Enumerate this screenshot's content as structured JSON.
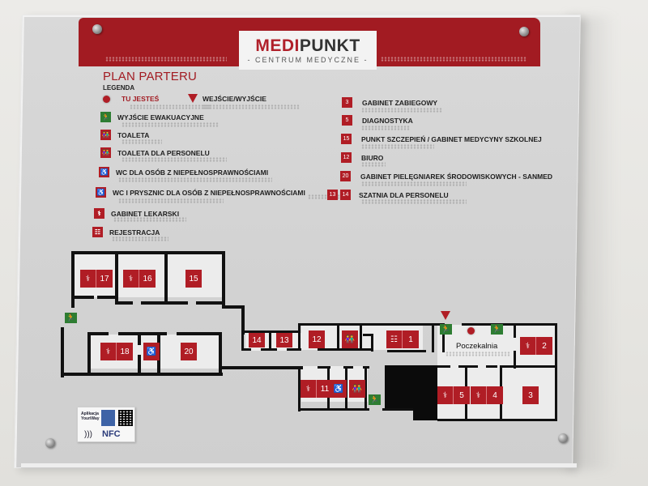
{
  "sign": {
    "logo": {
      "brand_part1": "MEDI",
      "brand_part2": "PUNKT",
      "subtitle": "- CENTRUM MEDYCZNE -"
    },
    "plan_title": "PLAN PARTERU",
    "legend_title": "LEGENDA",
    "colors": {
      "brand_red": "#a21b22",
      "icon_red": "#b01d25",
      "exit_green": "#2e7d32",
      "wall_black": "#111111"
    }
  },
  "legend_left": [
    {
      "icon": "you-are-here-dot",
      "label": "TU JESTEŚ"
    },
    {
      "icon": "exit-evacuation-icon",
      "label": "WYJŚCIE EWAKUACYJNE"
    },
    {
      "icon": "toilet-icon",
      "label": "TOALETA"
    },
    {
      "icon": "staff-toilet-icon",
      "label": "TOALETA DLA PERSONELU"
    },
    {
      "icon": "accessible-wc-icon",
      "label": "WC DLA OSÓB Z NIEPEŁNOSPRAWNOŚCIAMI"
    },
    {
      "icon": "accessible-shower-icon",
      "label": "WC I PRYSZNIC DLA OSÓB Z NIEPEŁNOSPRAWNOŚCIAMI"
    },
    {
      "icon": "doctor-office-icon",
      "label": "GABINET LEKARSKI"
    },
    {
      "icon": "reception-icon",
      "label": "REJESTRACJA"
    }
  ],
  "legend_entrance": {
    "icon": "entrance-triangle-icon",
    "label": "WEJŚCIE/WYJŚCIE"
  },
  "legend_right": [
    {
      "numbers": [
        "3"
      ],
      "label": "GABINET ZABIEGOWY"
    },
    {
      "numbers": [
        "5"
      ],
      "label": "DIAGNOSTYKA"
    },
    {
      "numbers": [
        "15"
      ],
      "label": "PUNKT SZCZEPIEŃ / GABINET MEDYCYNY SZKOLNEJ"
    },
    {
      "numbers": [
        "12"
      ],
      "label": "BIURO"
    },
    {
      "numbers": [
        "20"
      ],
      "label": "GABINET PIELĘGNIAREK ŚRODOWISKOWYCH - SANMED"
    },
    {
      "numbers": [
        "13",
        "14"
      ],
      "label": "SZATNIA DLA PERSONELU"
    }
  ],
  "floor_plan": {
    "waiting_room_label": "Poczekalnia",
    "rooms": [
      {
        "number": "17",
        "icon": "doctor-office-icon"
      },
      {
        "number": "16",
        "icon": "doctor-office-icon"
      },
      {
        "number": "15",
        "icon": ""
      },
      {
        "number": "18",
        "icon": "doctor-office-icon"
      },
      {
        "number": "",
        "icon": "accessible-shower-icon"
      },
      {
        "number": "20",
        "icon": ""
      },
      {
        "number": "14",
        "icon": ""
      },
      {
        "number": "13",
        "icon": ""
      },
      {
        "number": "12",
        "icon": ""
      },
      {
        "number": "",
        "icon": "staff-toilet-icon"
      },
      {
        "number": "1",
        "icon": "reception-icon"
      },
      {
        "number": "11",
        "icon": "doctor-office-icon"
      },
      {
        "number": "",
        "icon": "accessible-wc-icon"
      },
      {
        "number": "",
        "icon": "toilet-icon"
      },
      {
        "number": "2",
        "icon": "doctor-office-icon"
      },
      {
        "number": "5",
        "icon": "doctor-office-icon"
      },
      {
        "number": "4",
        "icon": "doctor-office-icon"
      },
      {
        "number": "3",
        "icon": ""
      }
    ]
  },
  "nfc_sticker": {
    "app_line1": "Aplikacja",
    "app_line2": "YouriWay",
    "nfc_label": "NFC",
    "waves": ")))"
  }
}
